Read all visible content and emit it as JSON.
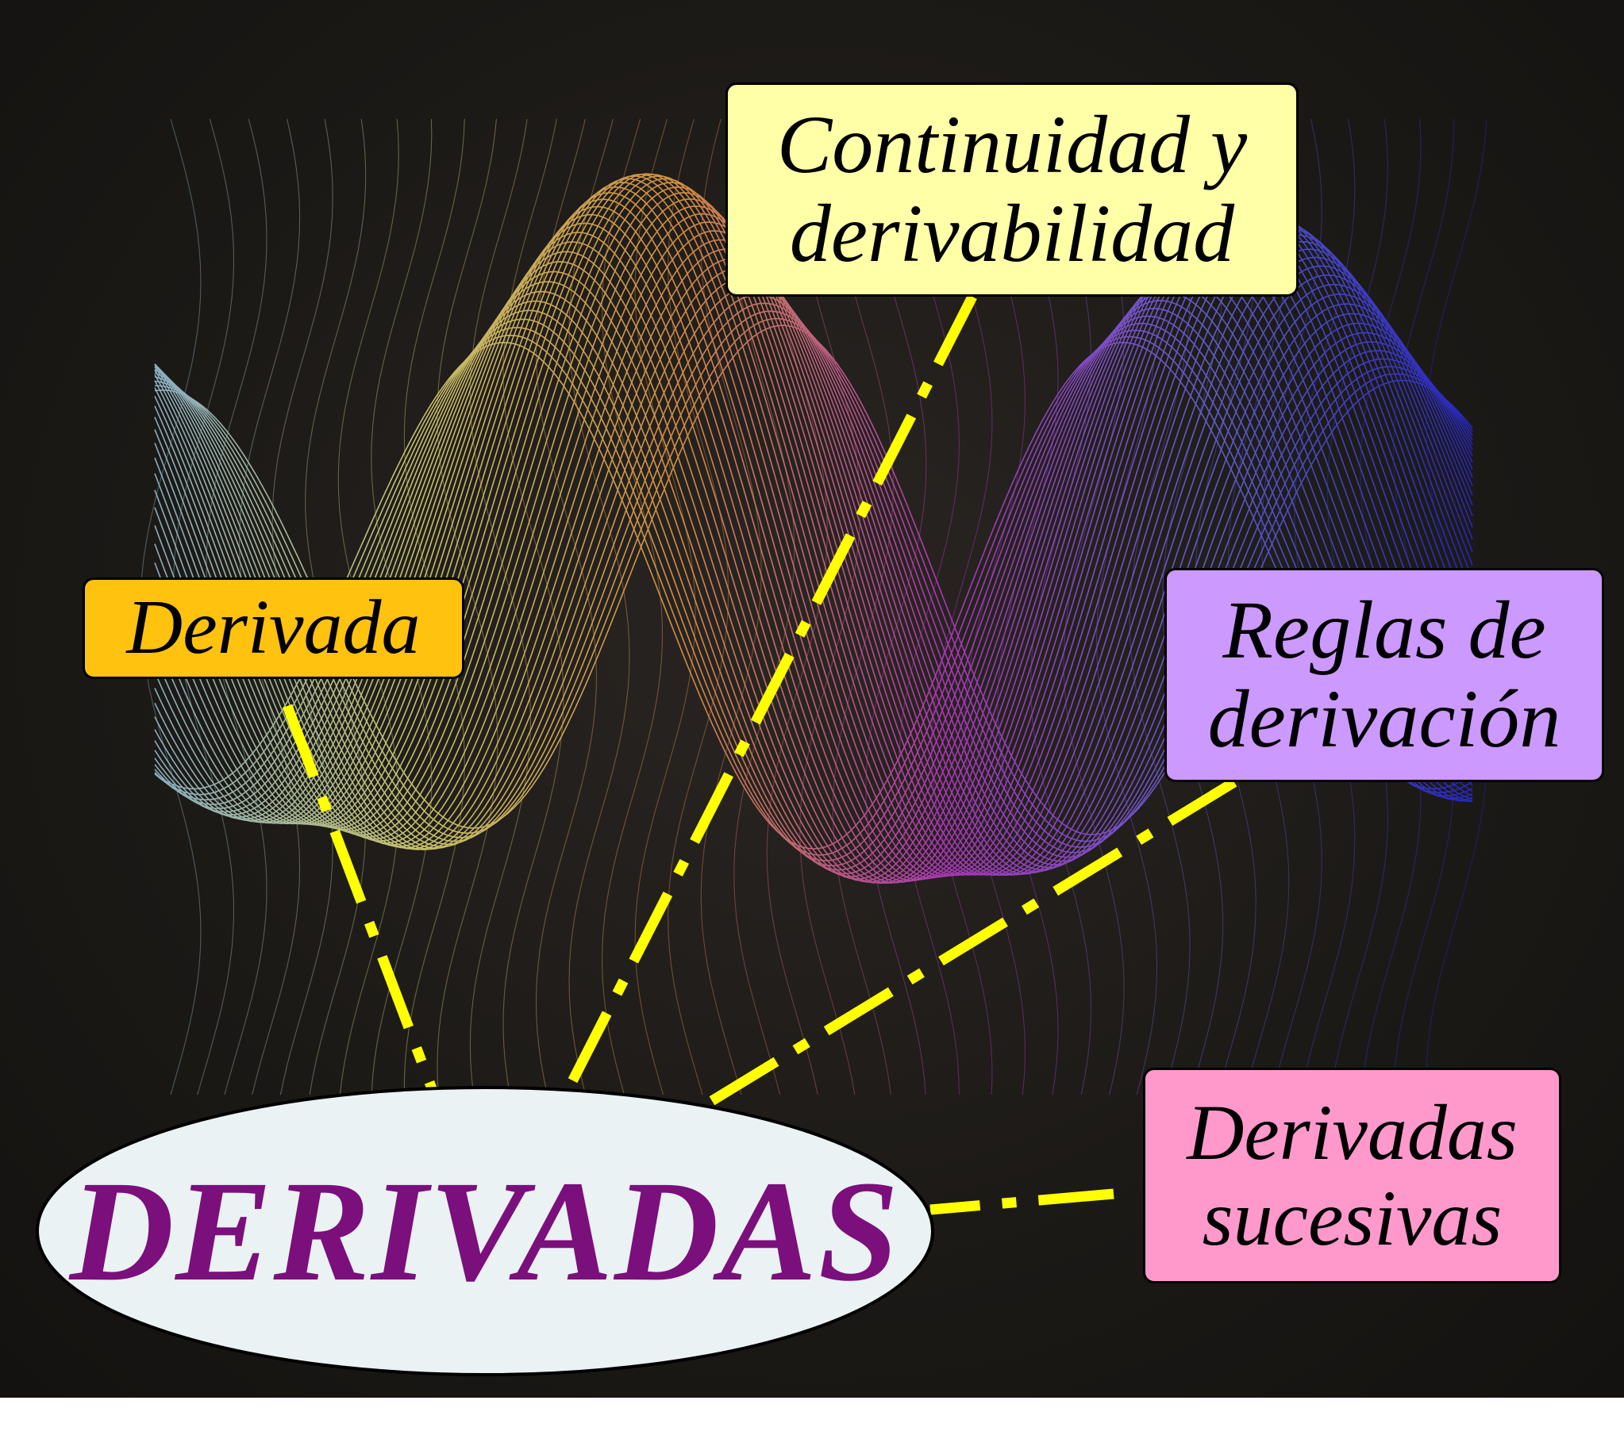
{
  "center": {
    "label": "DERIVADAS",
    "color": "#7b0f7c",
    "fill": "#eaf2f4"
  },
  "topics": [
    {
      "id": "derivada",
      "lines": [
        "Derivada"
      ],
      "fill": "#ffc20e"
    },
    {
      "id": "continuidad",
      "lines": [
        "Continuidad y",
        "derivabilidad"
      ],
      "fill": "#ffffa8"
    },
    {
      "id": "reglas",
      "lines": [
        "Reglas de",
        "derivación"
      ],
      "fill": "#cc99ff"
    },
    {
      "id": "sucesivas",
      "lines": [
        "Derivadas",
        "sucesivas"
      ],
      "fill": "#ff99cc"
    }
  ],
  "connector_color": "#ffff00",
  "background_art": "colorful-wave-mesh"
}
